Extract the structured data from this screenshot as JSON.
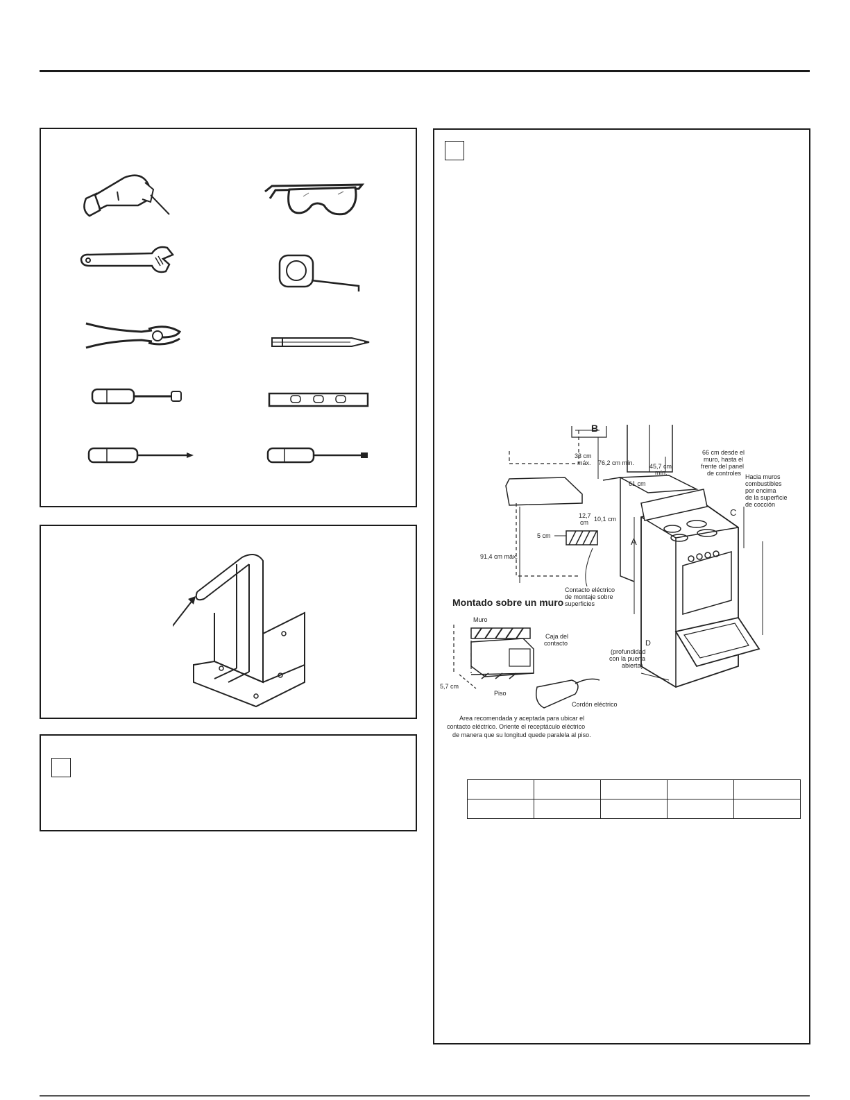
{
  "diagram": {
    "labels": {
      "b": "B",
      "a": "A",
      "c": "C",
      "d": "D",
      "d_note_1": "(profundidad",
      "d_note_2": "con la puerta",
      "d_note_3": "abierta)",
      "dim_33_1": "33 cm",
      "dim_33_2": "máx.",
      "dim_762": "76,2 cm mín.",
      "dim_457_1": "45,7 cm",
      "dim_457_2": "mín.",
      "dim_66_1": "66 cm desde el",
      "dim_66_2": "muro, hasta el",
      "dim_66_3": "frente del panel",
      "dim_66_4": "de controles",
      "dim_61": "61 cm",
      "combustibles_1": "Hacia muros",
      "combustibles_2": "combustibles",
      "combustibles_3": "por encima",
      "combustibles_4": "de la superficie",
      "combustibles_5": "de cocción",
      "dim_127_1": "12,7",
      "dim_127_2": "cm",
      "dim_101": "10,1 cm",
      "dim_5": "5 cm",
      "dim_914": "91,4 cm máx.",
      "surface_1": "Contacto eléctrico",
      "surface_2": "de montaje sobre",
      "surface_3": "superficies",
      "wall_mount_title": "Montado sobre un muro",
      "muro": "Muro",
      "caja_1": "Caja del",
      "caja_2": "contacto",
      "dim_57": "5,7 cm",
      "piso": "Piso",
      "cordon": "Cordón eléctrico",
      "caption_1": "Area recomendada y aceptada para ubicar el",
      "caption_2": "contacto eléctrico. Oriente el receptáculo eléctrico",
      "caption_3": "de manera que su longitud quede paralela al piso."
    }
  }
}
